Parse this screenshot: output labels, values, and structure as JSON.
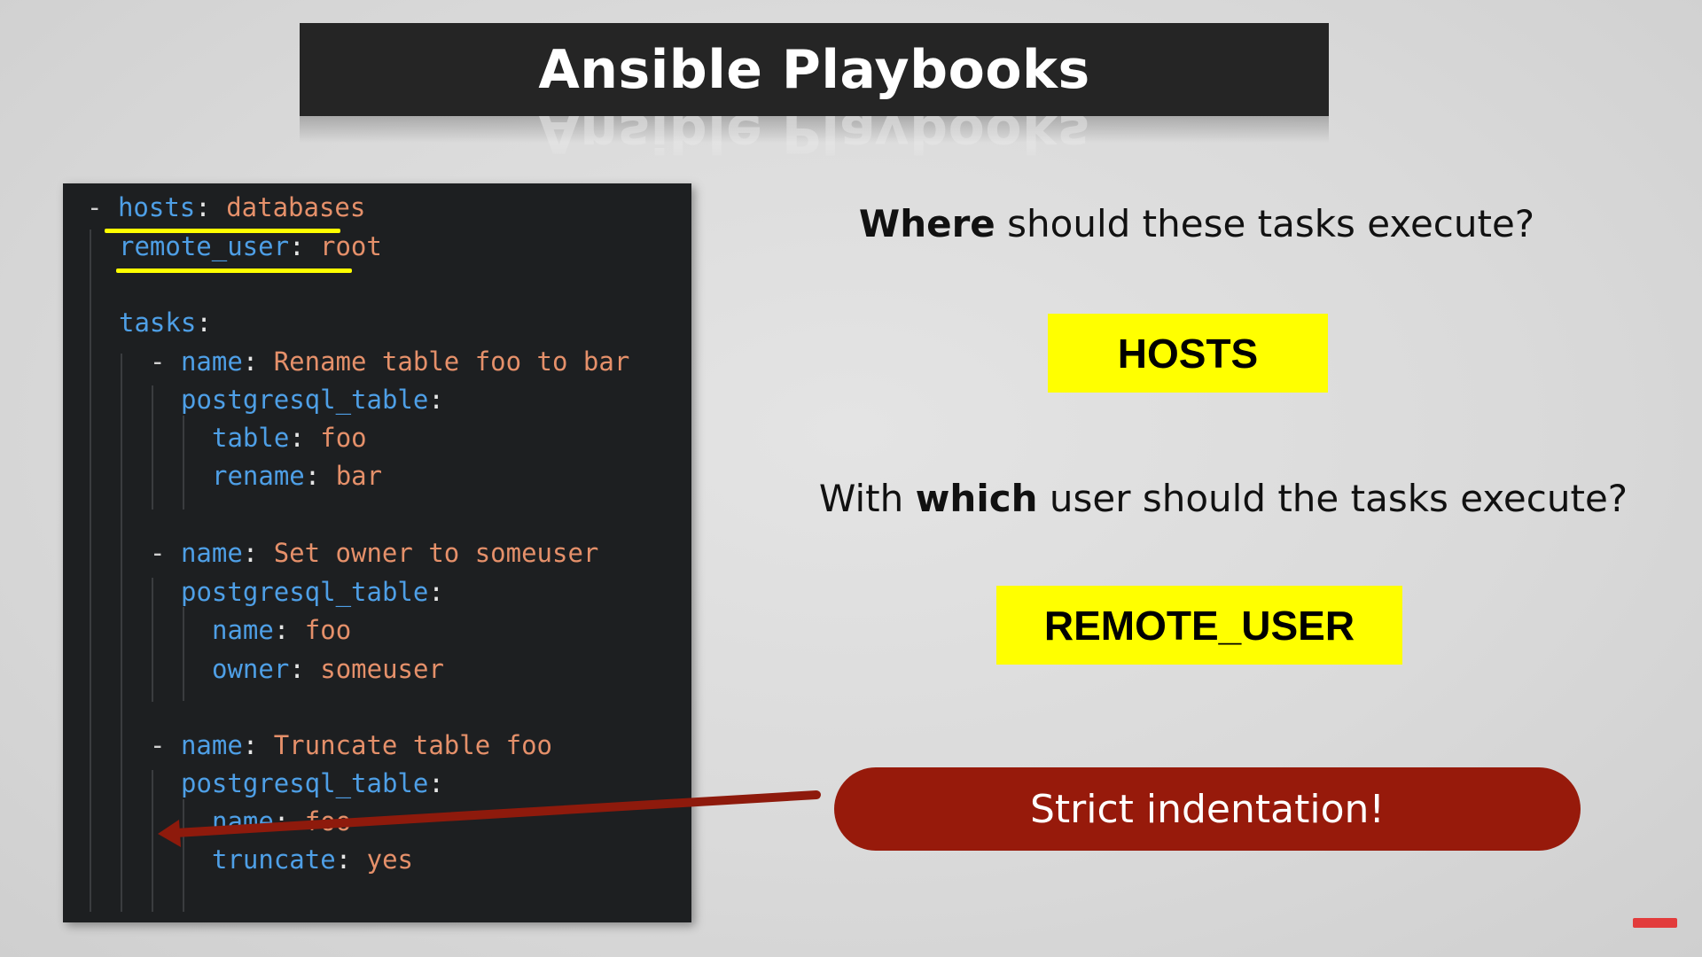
{
  "slide": {
    "title": "Ansible Playbooks"
  },
  "code": {
    "line1": {
      "dash": "-",
      "key": "hosts",
      "colon": ":",
      "value": "databases"
    },
    "line2": {
      "key": "remote_user",
      "colon": ":",
      "value": "root"
    },
    "line3": {
      "key": "tasks",
      "colon": ":"
    },
    "line4": {
      "dash": "-",
      "key": "name",
      "colon": ":",
      "value": "Rename table foo to bar"
    },
    "line5": {
      "key": "postgresql_table",
      "colon": ":"
    },
    "line6": {
      "key": "table",
      "colon": ":",
      "value": "foo"
    },
    "line7": {
      "key": "rename",
      "colon": ":",
      "value": "bar"
    },
    "line8": {
      "dash": "-",
      "key": "name",
      "colon": ":",
      "value": "Set owner to someuser"
    },
    "line9": {
      "key": "postgresql_table",
      "colon": ":"
    },
    "line10": {
      "key": "name",
      "colon": ":",
      "value": "foo"
    },
    "line11": {
      "key": "owner",
      "colon": ":",
      "value": "someuser"
    },
    "line12": {
      "dash": "-",
      "key": "name",
      "colon": ":",
      "value": "Truncate table foo"
    },
    "line13": {
      "key": "postgresql_table",
      "colon": ":"
    },
    "line14": {
      "key": "name",
      "colon": ":",
      "value": "foo"
    },
    "line15": {
      "key": "truncate",
      "colon": ":",
      "value": "yes"
    }
  },
  "questions": {
    "q1": {
      "bold": "Where",
      "rest": " should these tasks execute?"
    },
    "q2": {
      "pre": "With ",
      "bold": "which",
      "rest": " user should the tasks execute?"
    }
  },
  "answers": {
    "hosts": "HOSTS",
    "remote_user": "REMOTE_USER"
  },
  "callout": {
    "text": "Strict indentation!"
  },
  "colors": {
    "highlight": "#ffff00",
    "callout": "#971a0b",
    "key": "#4e9fe6",
    "value": "#e5906a",
    "panel": "#1d1f21"
  }
}
